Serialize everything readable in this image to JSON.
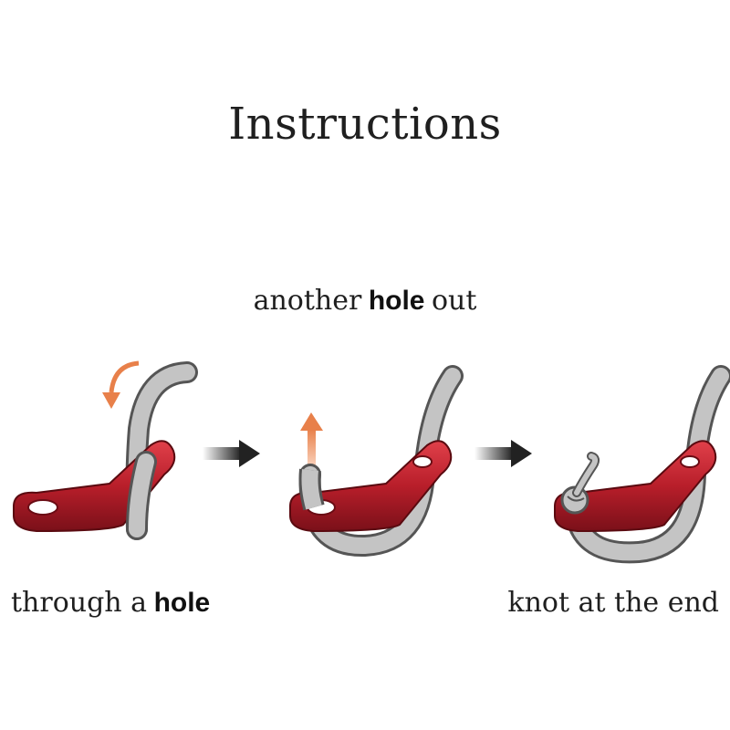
{
  "title": "Instructions",
  "captions": {
    "top": {
      "pre": "another",
      "bold": "hole",
      "post": "out"
    },
    "left": {
      "pre": "through a",
      "bold": "hole"
    },
    "right": {
      "text": "knot at the end"
    }
  },
  "steps": [
    {
      "icon": "tent-ring-rope-through-hole-icon"
    },
    {
      "icon": "tent-ring-rope-back-out-icon"
    },
    {
      "icon": "tent-ring-rope-knotted-icon"
    }
  ],
  "colors": {
    "ring": "#b81e2a",
    "ring_dark": "#7a1019",
    "rope": "#c4c4c4",
    "rope_edge": "#555555",
    "arrow": "#e8804a",
    "step_arrow": "#333333"
  }
}
